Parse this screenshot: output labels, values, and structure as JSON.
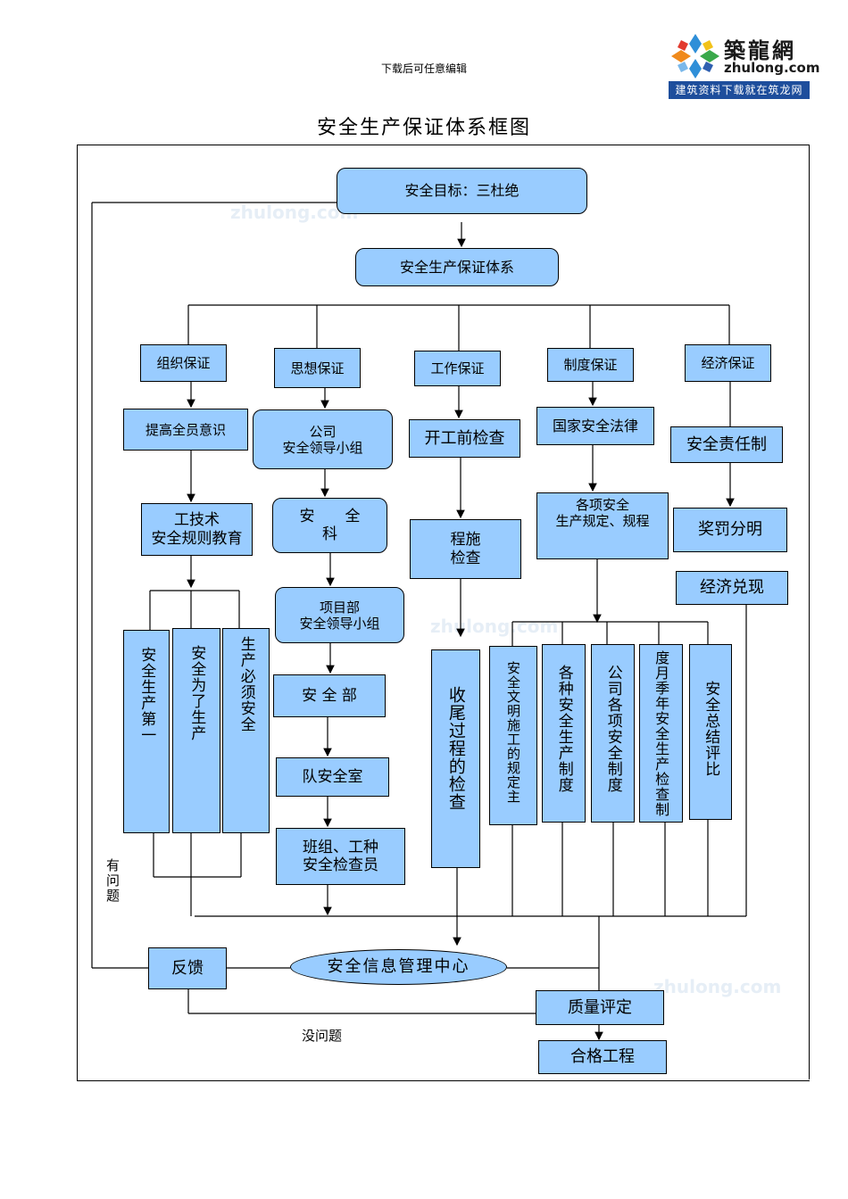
{
  "header": {
    "note": "下载后可任意编辑",
    "logo_cn": "築龍網",
    "logo_en": "zhulong.com",
    "logo_slogan": "建筑资料下载就在筑龙网"
  },
  "title": "安全生产保证体系框图",
  "watermarks": [
    "zhulong.com",
    "zhulong.com",
    "zhulong.com"
  ],
  "nodes": {
    "goal": "安全目标：三杜绝",
    "system": "安全生产保证体系",
    "org": "组织保证",
    "thought": "思想保证",
    "work": "工作保证",
    "regime": "制度保证",
    "economy": "经济保证",
    "awareness": "提高全员意识",
    "company_group": "公司\n安全领导小组",
    "pre_check": "开工前检查",
    "national_law": "国家安全法律",
    "responsibility": "安全责任制",
    "tech_edu": "工技术\n安全规则教育",
    "safety_dept": "安　　全\n科",
    "process_check": "程施\n检查",
    "rules": "各项安全\n生产规定、规程",
    "reward": "奖罚分明",
    "cash": "经济兑现",
    "project_group": "项目部\n安全领导小组",
    "safety_section": "安 全 部",
    "team_room": "队安全室",
    "inspector": "班组、工种\n安全检查员",
    "safety_first": "安全生产第一",
    "safety_for_prod": "安全为了生产",
    "prod_must_safe": "生产必须安全",
    "final_check": "收尾过程的检查",
    "civil": "安全文明施工的规定主",
    "various": "各种安全生产制度",
    "company_rules": "公司各项安全制度",
    "monthly": "度月季年安全生产检查制",
    "summary": "安全总结评比",
    "feedback": "反馈",
    "info_center": "安全信息管理中心",
    "quality_eval": "质量评定",
    "qualified": "合格工程"
  },
  "labels": {
    "has_problem": "有问题",
    "no_problem": "没问题"
  }
}
